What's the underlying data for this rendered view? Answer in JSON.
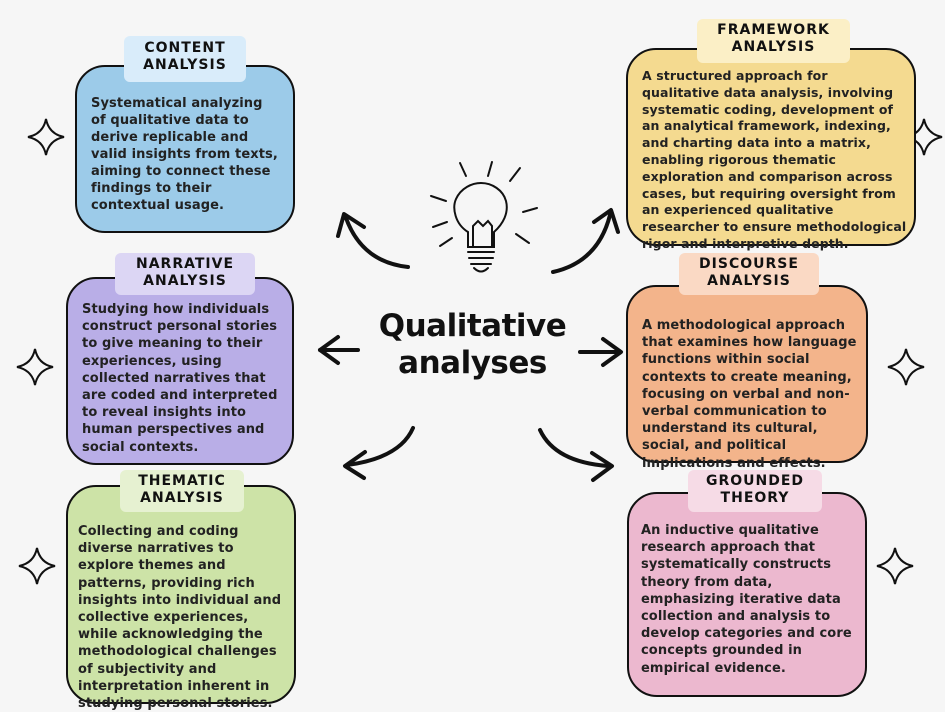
{
  "title": "Qualitative analyses",
  "colors": {
    "content": "#9ccbe9",
    "content_label": "#d9ecfa",
    "framework": "#f4da90",
    "framework_label": "#fbefc6",
    "narrative": "#b9aee7",
    "narrative_label": "#dcd6f4",
    "discourse": "#f3b48b",
    "discourse_label": "#fad9c4",
    "thematic": "#cde3a7",
    "thematic_label": "#e6f1d1",
    "grounded": "#ecb8cf",
    "grounded_label": "#f6dbe6"
  },
  "boxes": {
    "content": {
      "label_line1": "CONTENT",
      "label_line2": "ANALYSIS",
      "text": "Systematical analyzing of qualitative data to derive replicable and valid insights from texts, aiming to connect these findings to their contextual usage."
    },
    "framework": {
      "label_line1": "FRAMEWORK",
      "label_line2": "ANALYSIS",
      "text": "A structured approach for qualitative data analysis, involving systematic coding, development of an analytical framework, indexing, and charting data into a matrix, enabling rigorous thematic exploration and comparison across cases, but requiring oversight from an experienced qualitative researcher to ensure methodological rigor and interpretive depth."
    },
    "narrative": {
      "label_line1": "NARRATIVE",
      "label_line2": "ANALYSIS",
      "text": "Studying how individuals construct personal stories to give meaning to their experiences, using collected narratives that are coded and interpreted to reveal insights into human perspectives and social contexts."
    },
    "discourse": {
      "label_line1": "DISCOURSE",
      "label_line2": "ANALYSIS",
      "text": "A methodological approach that examines how language functions within social contexts to create meaning, focusing on verbal and non-verbal communication to understand its cultural, social, and political implications and effects."
    },
    "thematic": {
      "label_line1": "THEMATIC",
      "label_line2": "ANALYSIS",
      "text": "Collecting and coding diverse narratives to explore themes and patterns, providing rich insights into individual and collective experiences, while acknowledging the methodological challenges of subjectivity and interpretation inherent in studying personal stories."
    },
    "grounded": {
      "label_line1": "GROUNDED",
      "label_line2": "THEORY",
      "text": "An inductive qualitative research approach that systematically constructs theory from data, emphasizing iterative data collection and analysis to develop categories and core concepts grounded in empirical evidence."
    }
  },
  "icons": {
    "center": "lightbulb-icon",
    "decor": "sparkle-icon"
  }
}
